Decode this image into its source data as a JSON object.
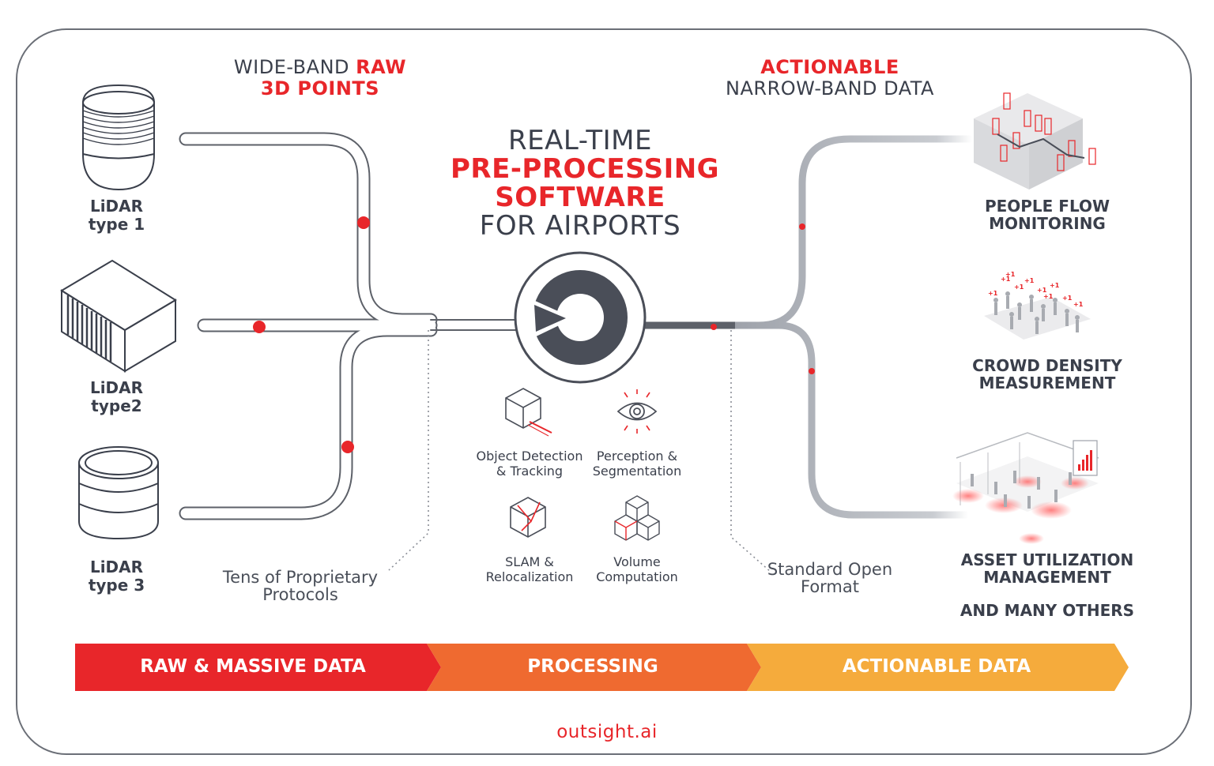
{
  "left_header": {
    "prefix": "WIDE-BAND ",
    "highlight1": "RAW",
    "highlight2": "3D POINTS"
  },
  "right_header": {
    "highlight": "ACTIONABLE",
    "rest": "NARROW-BAND DATA"
  },
  "center_title": {
    "line1": "REAL-TIME",
    "line2": "PRE-PROCESSING",
    "line3": "SOFTWARE",
    "line4": "FOR AIRPORTS"
  },
  "sensors": [
    {
      "name": "LiDAR",
      "type": "type 1"
    },
    {
      "name": "LiDAR",
      "type": "type2"
    },
    {
      "name": "LiDAR",
      "type": "type 3"
    }
  ],
  "capabilities": [
    {
      "line1": "Object Detection",
      "line2": "& Tracking",
      "icon": "cube-detection-icon"
    },
    {
      "line1": "Perception &",
      "line2": "Segmentation",
      "icon": "eye-icon"
    },
    {
      "line1": "SLAM &",
      "line2": "Relocalization",
      "icon": "slam-cube-icon"
    },
    {
      "line1": "Volume",
      "line2": "Computation",
      "icon": "stacked-cubes-icon"
    }
  ],
  "protocols_note": {
    "line1": "Tens of Proprietary",
    "line2": "Protocols"
  },
  "format_note": {
    "line1": "Standard Open",
    "line2": "Format"
  },
  "outputs": [
    {
      "line1": "PEOPLE FLOW",
      "line2": "MONITORING",
      "icon": "people-flow-icon"
    },
    {
      "line1": "CROWD DENSITY",
      "line2": "MEASUREMENT",
      "icon": "crowd-density-icon"
    },
    {
      "line1": "ASSET UTILIZATION",
      "line2": "MANAGEMENT",
      "icon": "asset-heatmap-icon"
    }
  ],
  "outputs_more": "AND MANY OTHERS",
  "bands": [
    {
      "label": "RAW & MASSIVE DATA",
      "color": "#e8262a"
    },
    {
      "label": "PROCESSING",
      "color": "#ef6a30"
    },
    {
      "label": "ACTIONABLE DATA",
      "color": "#f5ab3c"
    }
  ],
  "footer": "outsight.ai",
  "colors": {
    "accent": "#e8262a",
    "text": "#3a3f4b",
    "pipe": "#b9bcc2"
  }
}
